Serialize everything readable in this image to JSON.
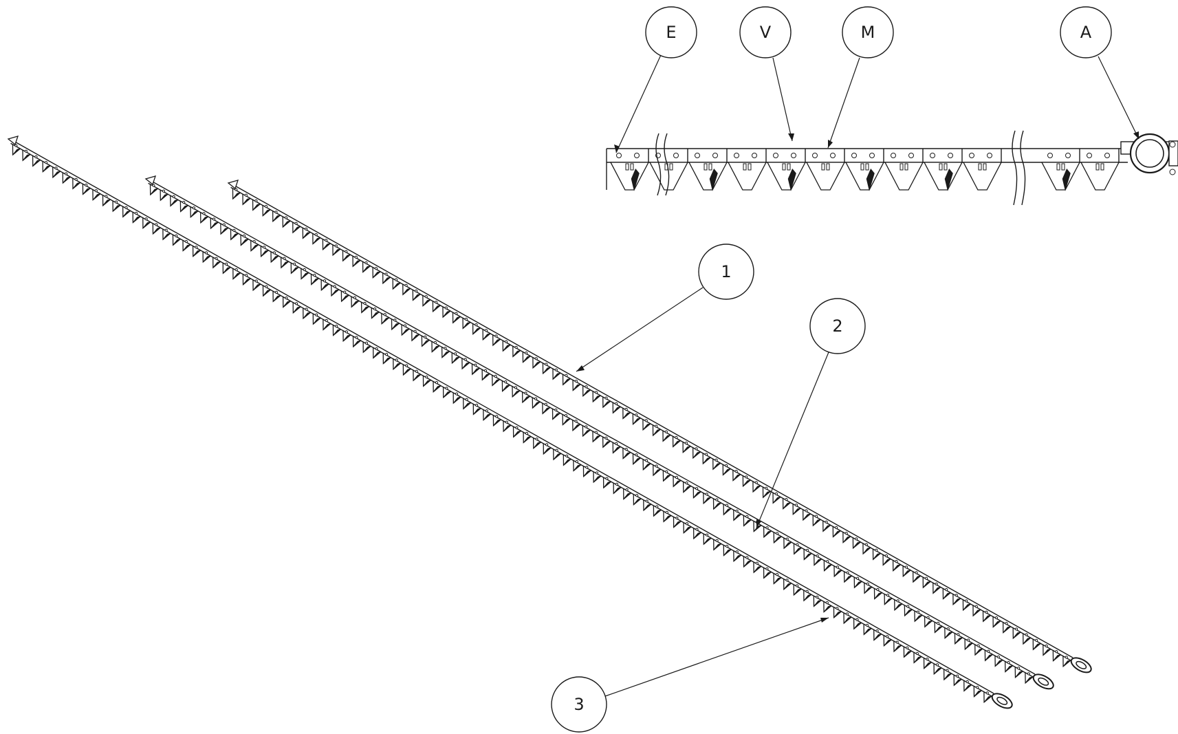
{
  "detail_view": {
    "balloons": [
      {
        "id": "E",
        "label": "E"
      },
      {
        "id": "V",
        "label": "V"
      },
      {
        "id": "M",
        "label": "M"
      },
      {
        "id": "A",
        "label": "A"
      }
    ]
  },
  "iso_view": {
    "balloons": [
      {
        "id": "1",
        "label": "1"
      },
      {
        "id": "2",
        "label": "2"
      },
      {
        "id": "3",
        "label": "3"
      }
    ]
  }
}
